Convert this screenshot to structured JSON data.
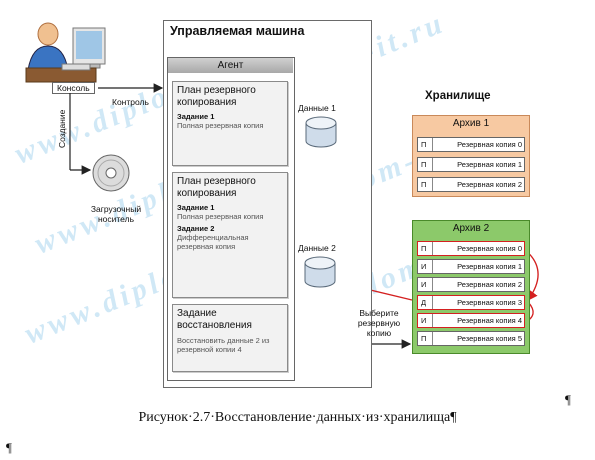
{
  "diagram": {
    "machine_title": "Управляемая машина",
    "agent_label": "Агент",
    "console_label": "Консоль",
    "control_label": "Контроль",
    "create_label": "Создание",
    "boot_media_label": "Загрузочный носитель",
    "data1_label": "Данные 1",
    "data2_label": "Данные 2",
    "select_label": "Выберите резервную копию",
    "storage_title": "Хранилище",
    "plan1": {
      "title": "План резервного копирования",
      "task1": "Задание 1",
      "task1_desc": "Полная резервная копия"
    },
    "plan2": {
      "title": "План резервного копирования",
      "task1": "Задание 1",
      "task1_desc": "Полная резервная копия",
      "task2": "Задание 2",
      "task2_desc": "Дифференциальная резервная копия"
    },
    "restore": {
      "title": "Задание восстановления",
      "desc": "Восстановить данные 2 из резервной копии 4"
    },
    "archive1": {
      "title": "Архив 1",
      "items": [
        {
          "type": "П",
          "name": "Резервная копия 0"
        },
        {
          "type": "П",
          "name": "Резервная копия 1"
        },
        {
          "type": "П",
          "name": "Резервная копия 2"
        }
      ]
    },
    "archive2": {
      "title": "Архив 2",
      "items": [
        {
          "type": "П",
          "name": "Резервная копия 0"
        },
        {
          "type": "И",
          "name": "Резервная копия 1"
        },
        {
          "type": "И",
          "name": "Резервная копия 2"
        },
        {
          "type": "Д",
          "name": "Резервная копия 3"
        },
        {
          "type": "И",
          "name": "Резервная копия 4"
        },
        {
          "type": "П",
          "name": "Резервная копия 5"
        }
      ]
    }
  },
  "caption": "Рисунок·2.7·Восстановление·данных·из·хранилища¶",
  "pilcrow_right": "¶",
  "pilcrow_left": "¶",
  "watermark": "www.diplom-it.ru",
  "colors": {
    "archive1_bg": "#f7c9a2",
    "archive2_bg": "#8cc96a",
    "highlight": "#d42020",
    "watermark": "#78bee6"
  }
}
